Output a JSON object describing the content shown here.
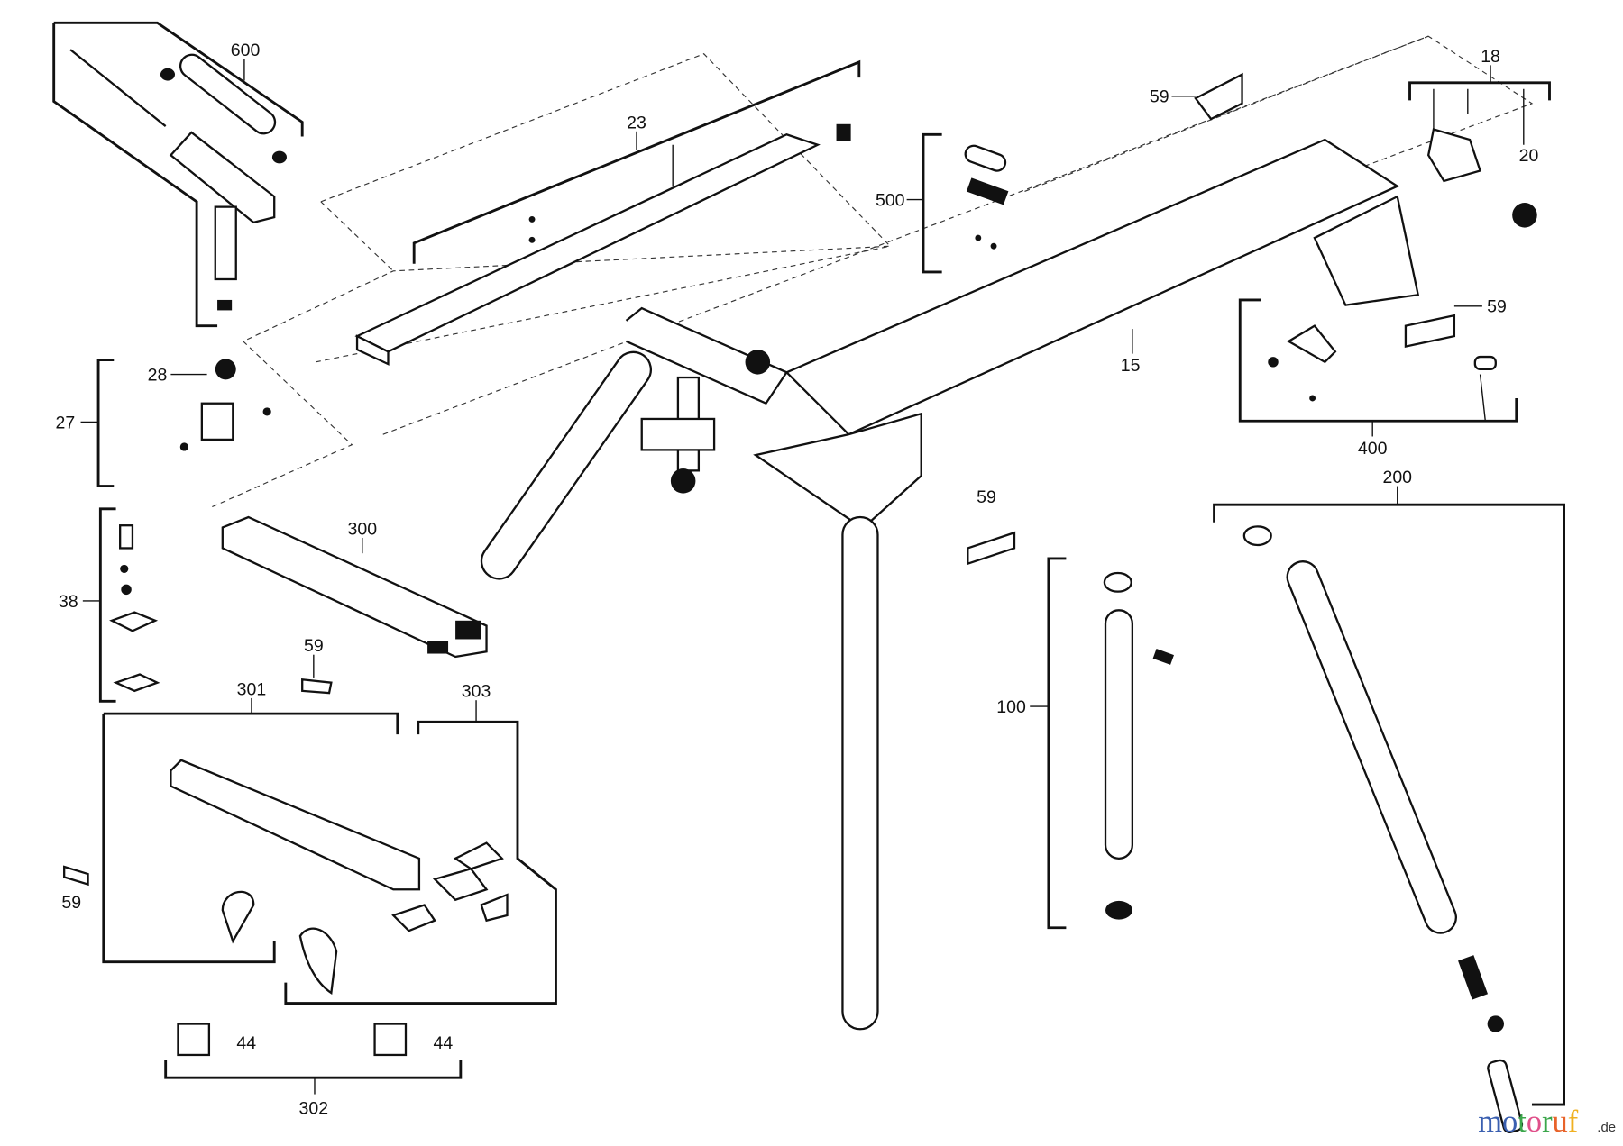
{
  "diagram": {
    "labels": {
      "l600": "600",
      "l23": "23",
      "l59a": "59",
      "l18": "18",
      "l20": "20",
      "l500": "500",
      "l59b": "59",
      "l15": "15",
      "l28": "28",
      "l27": "27",
      "l400": "400",
      "l200": "200",
      "l59c": "59",
      "l300": "300",
      "l38": "38",
      "l59d": "59",
      "l301": "301",
      "l303": "303",
      "l100": "100",
      "l59e": "59",
      "l44a": "44",
      "l44b": "44",
      "l302": "302"
    }
  },
  "watermark": {
    "brand": "motoruf",
    "suffix": ".de",
    "colors": [
      "#3a5fb0",
      "#3a5fb0",
      "#3aa64a",
      "#e0508a",
      "#3aa64a",
      "#e8632a",
      "#f0b020"
    ]
  }
}
